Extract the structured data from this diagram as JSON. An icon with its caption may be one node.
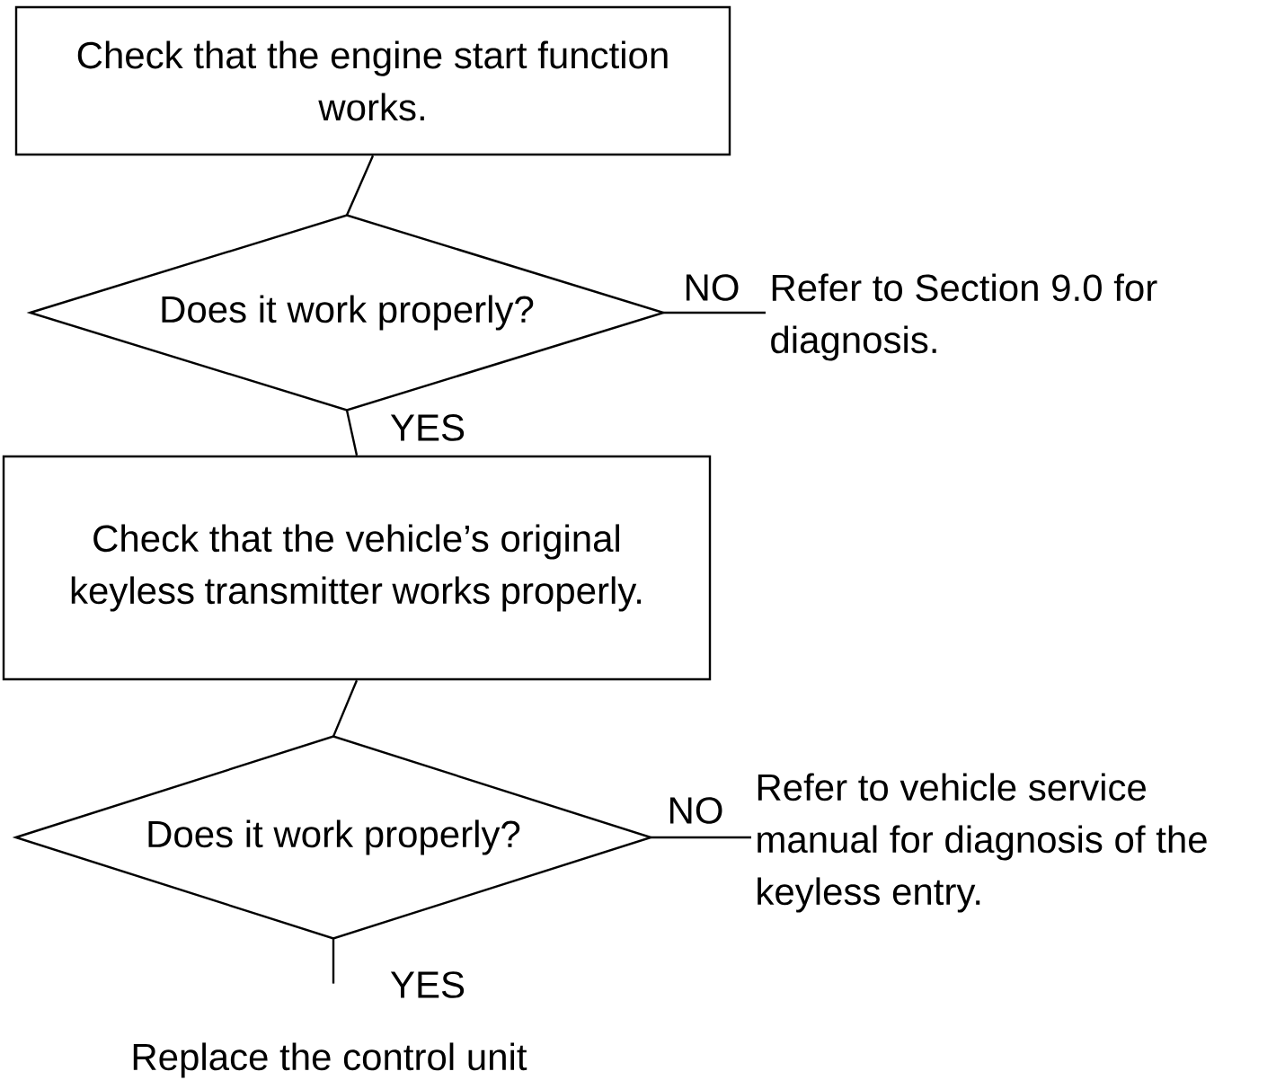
{
  "diagram": {
    "nodes": [
      {
        "text": [
          "Check that the engine start function works."
        ]
      },
      {
        "text": [
          "Does it work properly?"
        ]
      },
      {
        "text": [
          "Refer to Section 9.0 for diagnosis."
        ]
      },
      {
        "text": [
          "Check that the vehicle’s original keyless transmitter works properly."
        ]
      },
      {
        "text": [
          "Does it work properly?"
        ]
      },
      {
        "text": [
          "Refer to vehicle service manual for diagnosis of the keyless entry."
        ]
      },
      {
        "text": [
          "Replace the control unit"
        ]
      }
    ],
    "edges": [
      {
        "from": 0,
        "to": 1,
        "arrow": "none"
      },
      {
        "from": 1,
        "to": 2,
        "arrow": "none",
        "label": "NO"
      },
      {
        "from": 1,
        "to": 3,
        "arrow": "none",
        "label": "YES"
      },
      {
        "from": 3,
        "to": 4,
        "arrow": "none"
      },
      {
        "from": 4,
        "to": 5,
        "arrow": "none",
        "label": "NO"
      },
      {
        "from": 4,
        "to": 6,
        "arrow": "none",
        "label": "YES"
      }
    ]
  }
}
